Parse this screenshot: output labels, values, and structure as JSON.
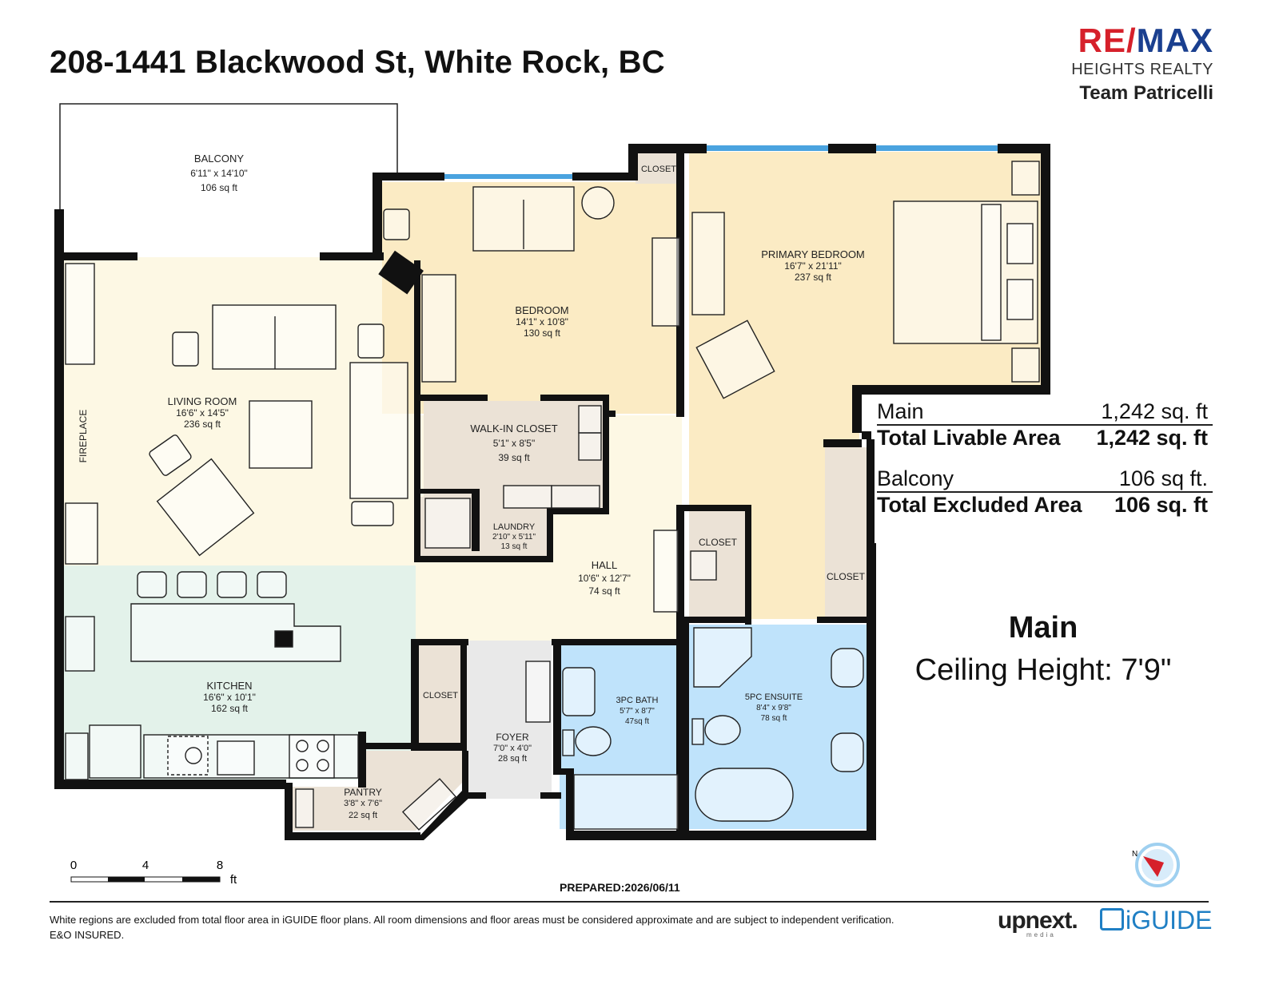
{
  "header": {
    "title": "208-1441 Blackwood St, White Rock, BC"
  },
  "logo": {
    "brand_left": "RE/",
    "brand_right": "MAX",
    "subtitle": "HEIGHTS REALTY",
    "team": "Team Patricelli",
    "brand_red": "#d6202a",
    "brand_blue": "#1a3f8f"
  },
  "rooms": {
    "balcony": {
      "name": "BALCONY",
      "dims": "6'11\" x 14'10\"",
      "area": "106 sq ft"
    },
    "living": {
      "name": "LIVING ROOM",
      "dims": "16'6\" x 14'5\"",
      "area": "236 sq ft"
    },
    "fireplace": {
      "name": "FIREPLACE"
    },
    "bedroom": {
      "name": "BEDROOM",
      "dims": "14'1\" x 10'8\"",
      "area": "130 sq ft"
    },
    "primary": {
      "name": "PRIMARY BEDROOM",
      "dims": "16'7\" x 21'11\"",
      "area": "237 sq ft"
    },
    "walkin": {
      "name": "WALK-IN CLOSET",
      "dims": "5'1\" x 8'5\"",
      "area": "39 sq ft"
    },
    "laundry": {
      "name": "LAUNDRY",
      "dims": "2'10\" x 5'11\"",
      "area": "13 sq ft"
    },
    "hall": {
      "name": "HALL",
      "dims": "10'6\" x 12'7\"",
      "area": "74 sq ft"
    },
    "kitchen": {
      "name": "KITCHEN",
      "dims": "16'6\" x 10'1\"",
      "area": "162 sq ft"
    },
    "closet_bed": {
      "name": "CLOSET"
    },
    "closet_hall": {
      "name": "CLOSET"
    },
    "closet_right": {
      "name": "CLOSET"
    },
    "closet_foyer": {
      "name": "CLOSET"
    },
    "bath3": {
      "name": "3PC BATH",
      "dims": "5'7\" x 8'7\"",
      "area": "47sq ft"
    },
    "ensuite": {
      "name": "5PC ENSUITE",
      "dims": "8'4\" x 9'8\"",
      "area": "78 sq ft"
    },
    "foyer": {
      "name": "FOYER",
      "dims": "7'0\" x 4'0\"",
      "area": "28 sq ft"
    },
    "pantry": {
      "name": "PANTRY",
      "dims": "3'8\" x 7'6\"",
      "area": "22 sq ft"
    }
  },
  "colors": {
    "living": "#fdf8e4",
    "bedroom": "#fbebc4",
    "primary": "#fbebc4",
    "kitchen": "#e3f2ea",
    "closet": "#ebe2d6",
    "bath": "#bfe3fb",
    "hall": "#fdf8e4",
    "foyer": "#e9e9e9",
    "wall": "#111111",
    "window": "#4aa3df"
  },
  "areas": {
    "main_label": "Main",
    "main_value": "1,242 sq. ft",
    "livable_label": "Total Livable Area",
    "livable_value": "1,242 sq. ft",
    "balcony_label": "Balcony",
    "balcony_value": "106 sq ft.",
    "excluded_label": "Total Excluded Area",
    "excluded_value": "106 sq. ft"
  },
  "level": {
    "name": "Main",
    "ceiling": "Ceiling Height: 7'9\""
  },
  "scale": {
    "ticks": [
      "0",
      "4",
      "8"
    ],
    "unit": "ft"
  },
  "footer": {
    "prepared": "PREPARED:2026/06/11",
    "disclaimer_1": "White regions are excluded from total floor area in iGUIDE floor plans. All room dimensions and floor areas must be considered approximate and are subject to independent verification.",
    "disclaimer_2": "E&O INSURED.",
    "upnext": "upnext.",
    "upnext_sub": "media",
    "iguide": "iGUIDE"
  },
  "compass": {
    "label": "N"
  }
}
